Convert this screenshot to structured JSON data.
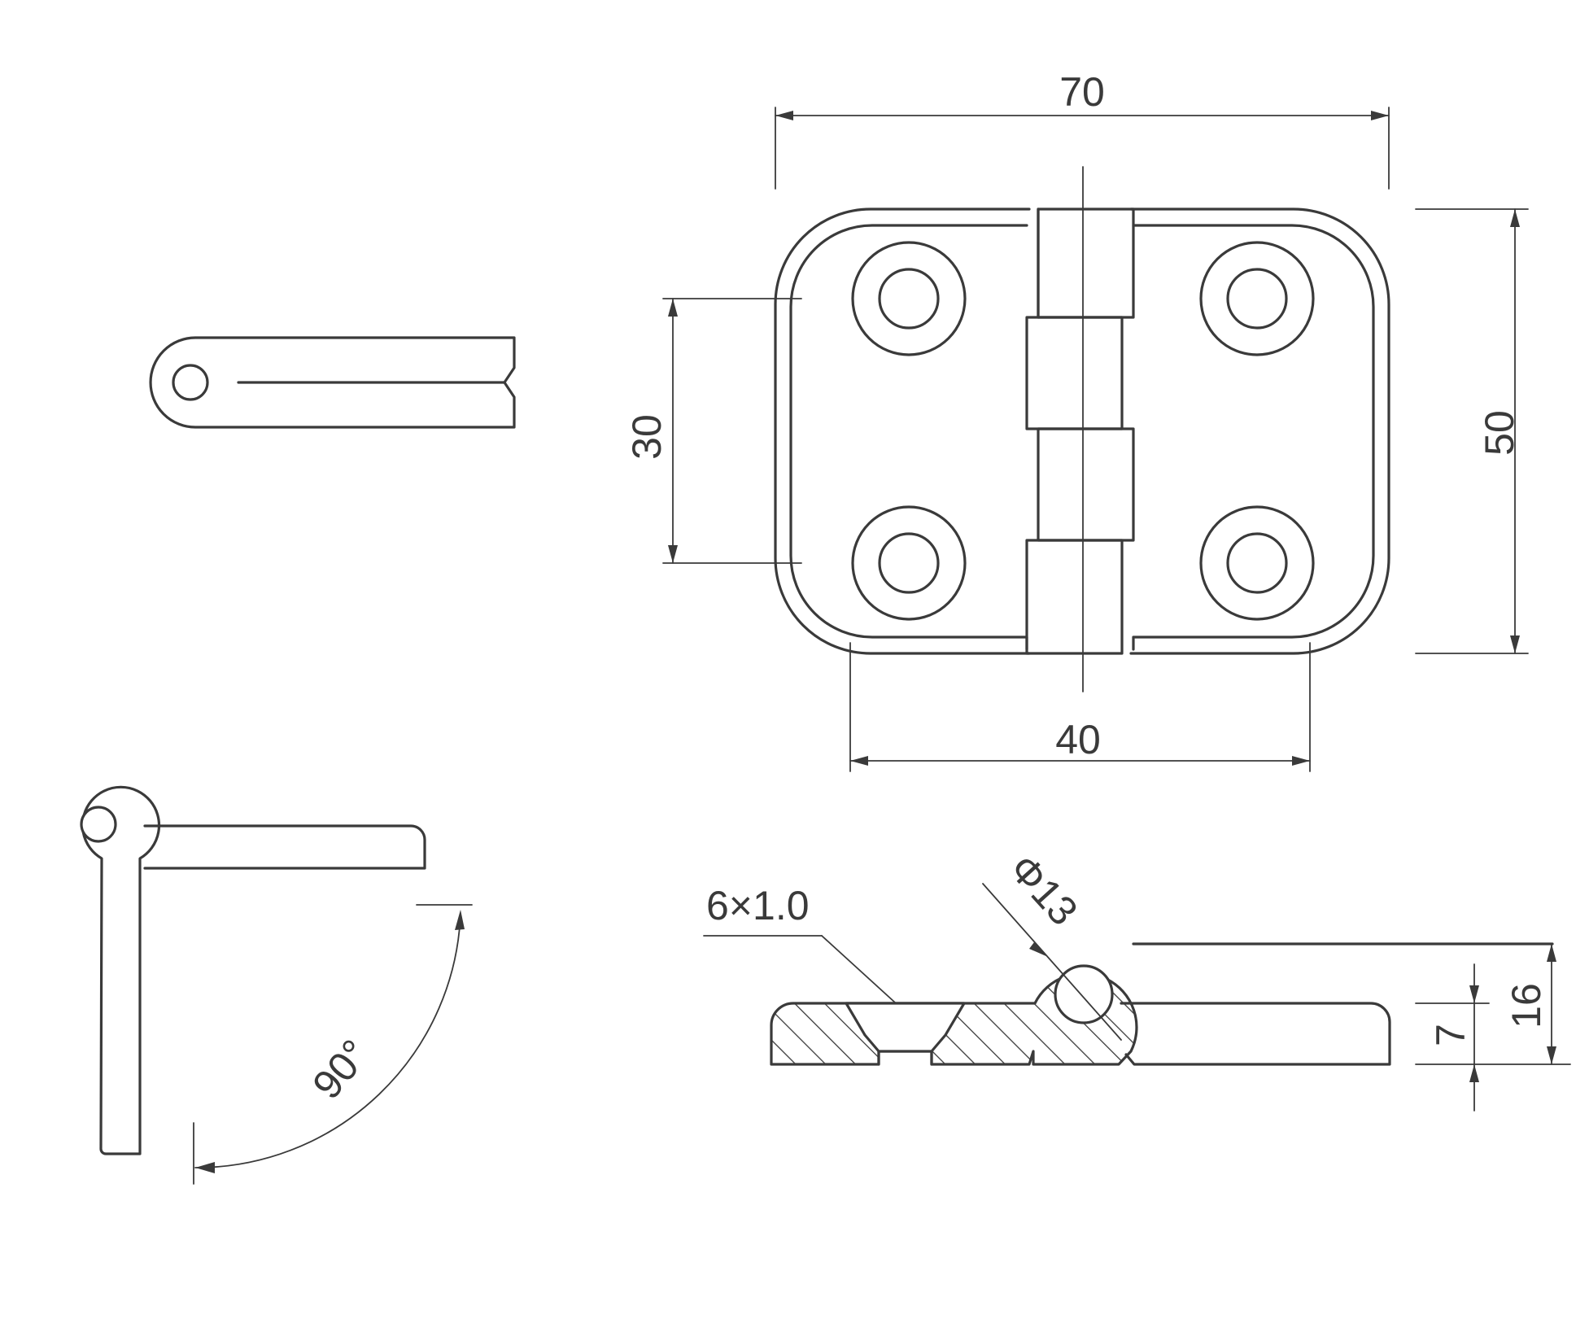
{
  "dimensions": {
    "overall_width": "70",
    "overall_height": "50",
    "hole_pitch_vertical": "30",
    "hole_pitch_horizontal": "40",
    "countersink": "6×1.0",
    "knuckle_diameter": "Φ13",
    "leaf_thickness": "7",
    "total_thickness": "16",
    "opening_angle": "90°"
  }
}
